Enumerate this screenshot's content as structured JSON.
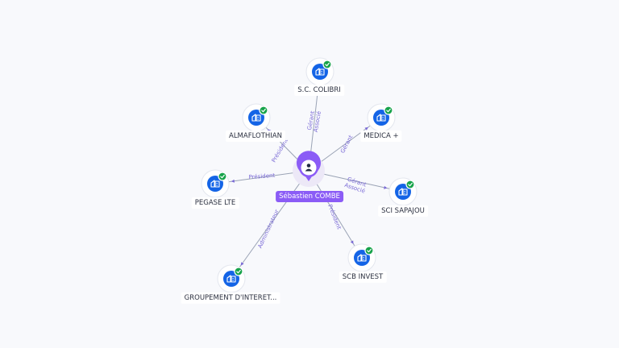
{
  "person": {
    "name": "Sébastien COMBE",
    "icon": "person-icon"
  },
  "companies": [
    {
      "id": "colibri",
      "name": "S.C. COLIBRI",
      "icon": "building-icon",
      "status": "check-icon",
      "roles": [
        "Gérant",
        "Associé"
      ]
    },
    {
      "id": "medica",
      "name": "MEDICA +",
      "icon": "building-icon",
      "status": "check-icon",
      "roles": [
        "Gérant"
      ]
    },
    {
      "id": "sapajou",
      "name": "SCI SAPAJOU",
      "icon": "building-icon",
      "status": "check-icon",
      "roles": [
        "Gérant",
        "Associé"
      ]
    },
    {
      "id": "scb",
      "name": "SCB INVEST",
      "icon": "building-icon",
      "status": "check-icon",
      "roles": [
        "Président"
      ]
    },
    {
      "id": "groupement",
      "name": "GROUPEMENT D'INTERET...",
      "icon": "building-icon",
      "status": "check-icon",
      "roles": [
        "Administrateur"
      ]
    },
    {
      "id": "pegase",
      "name": "PEGASE LTE",
      "icon": "building-icon",
      "status": "check-icon",
      "roles": [
        "Président"
      ]
    },
    {
      "id": "alma",
      "name": "ALMAFLOTHIAN",
      "icon": "building-icon",
      "status": "check-icon",
      "roles": [
        "Président"
      ]
    }
  ],
  "colors": {
    "person_accent": "#8b5cf6",
    "company_icon": "#1464e6",
    "active_status": "#17a34a",
    "edge_label": "#7a6ad6"
  }
}
